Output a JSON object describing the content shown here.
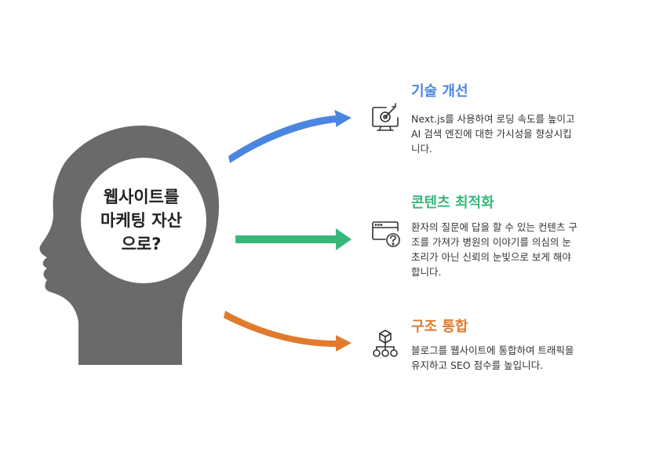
{
  "center": {
    "lines": [
      "웹사이트를",
      "마케팅 자산",
      "으로?"
    ]
  },
  "items": [
    {
      "title": "기술 개선",
      "color": "#4a86e0",
      "icon": "target-monitor-icon",
      "desc_lines": [
        "Next.js를 사용하여 로딩 속도를 높이고",
        "AI 검색 엔진에 대한 가시성을 향상시킵",
        "니다."
      ]
    },
    {
      "title": "콘텐츠 최적화",
      "color": "#37b87a",
      "icon": "browser-question-icon",
      "desc_lines": [
        "환자의 질문에 답을 할 수 있는 컨텐츠 구",
        "조를 가져가 병원의 이야기를 의심의 눈",
        "초리가 아닌 신뢰의 눈빛으로 보게 해야",
        "합니다."
      ]
    },
    {
      "title": "구조 통합",
      "color": "#e07b2e",
      "icon": "hierarchy-cube-icon",
      "desc_lines": [
        "블로그를 웹사이트에 통합하여 트래픽을",
        "유지하고 SEO 점수를 높입니다."
      ]
    }
  ],
  "colors": {
    "head": "#6a6a6a",
    "text": "#222222"
  }
}
